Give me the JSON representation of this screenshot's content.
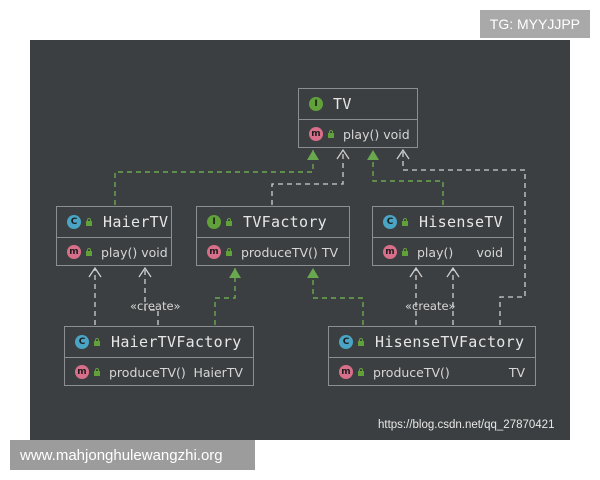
{
  "watermark_top": "TG: MYYJJPP",
  "watermark_bottom": "www.mahjonghulewangzhi.org",
  "credit": "https://blog.csdn.net/qq_27870421",
  "colors": {
    "background": "#3c3f41",
    "border": "#8c8f91",
    "class_badge": "#4aa5c4",
    "interface_badge": "#61a13a",
    "method_badge": "#d86f8a",
    "realization_line": "#6aa84f",
    "dependency_line": "#cfcfcf"
  },
  "nodes": {
    "tv": {
      "kind": "interface",
      "badge": "I",
      "name": "TV",
      "method_badge": "m",
      "method": "play()",
      "return_type": "void"
    },
    "tvfactory": {
      "kind": "interface",
      "badge": "I",
      "name": "TVFactory",
      "method_badge": "m",
      "method": "produceTV()",
      "return_type": "TV"
    },
    "haiertv": {
      "kind": "class",
      "badge": "C",
      "name": "HaierTV",
      "method_badge": "m",
      "method": "play()",
      "return_type": "void"
    },
    "hisensetv": {
      "kind": "class",
      "badge": "C",
      "name": "HisenseTV",
      "method_badge": "m",
      "method": "play()",
      "return_type": "void"
    },
    "haiertvfactory": {
      "kind": "class",
      "badge": "C",
      "name": "HaierTVFactory",
      "method_badge": "m",
      "method": "produceTV()",
      "return_type": "HaierTV"
    },
    "hisensetvfactory": {
      "kind": "class",
      "badge": "C",
      "name": "HisenseTVFactory",
      "method_badge": "m",
      "method": "produceTV()",
      "return_type": "TV"
    }
  },
  "stereotypes": {
    "haier_create": "«create»",
    "hisense_create": "«create»"
  }
}
